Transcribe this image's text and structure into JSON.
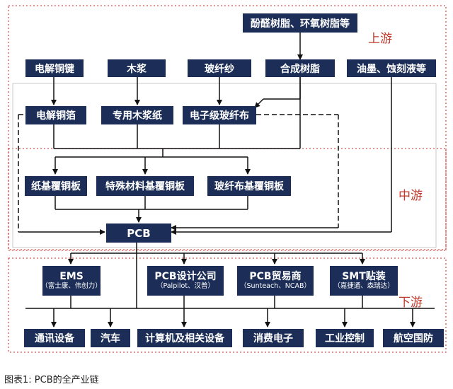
{
  "stages": {
    "upstream": "上游",
    "midstream": "中游",
    "downstream": "下游"
  },
  "upstream": {
    "resin": "酚醛树脂、环氧树脂等",
    "row1": [
      "电解铜键",
      "木浆",
      "玻纤纱",
      "合成树脂",
      "油墨、蚀刻液等"
    ],
    "row2": [
      "电解铜箔",
      "专用木浆纸",
      "电子级玻纤布"
    ]
  },
  "midstream": {
    "laminates": [
      "纸基覆铜板",
      "特殊材料基覆铜板",
      "玻纤布基覆铜板"
    ],
    "pcb": "PCB"
  },
  "downstream": {
    "companies": [
      {
        "name": "EMS",
        "sub": "（富士康、伟创力）"
      },
      {
        "name": "PCB设计公司",
        "sub": "（Palpilot、汉普）"
      },
      {
        "name": "PCB贸易商",
        "sub": "（Sunteach、NCAB）"
      },
      {
        "name": "SMT贴装",
        "sub": "（嘉捷通、森瑞达）"
      }
    ],
    "applications": [
      "通讯设备",
      "汽车",
      "计算机及相关设备",
      "消费电子",
      "工业控制",
      "航空国防"
    ]
  },
  "caption": "图表1: PCB的全产业链",
  "colors": {
    "box": "#1c2e57",
    "frame": "#d9534f",
    "stage_text": "#c0392b"
  }
}
